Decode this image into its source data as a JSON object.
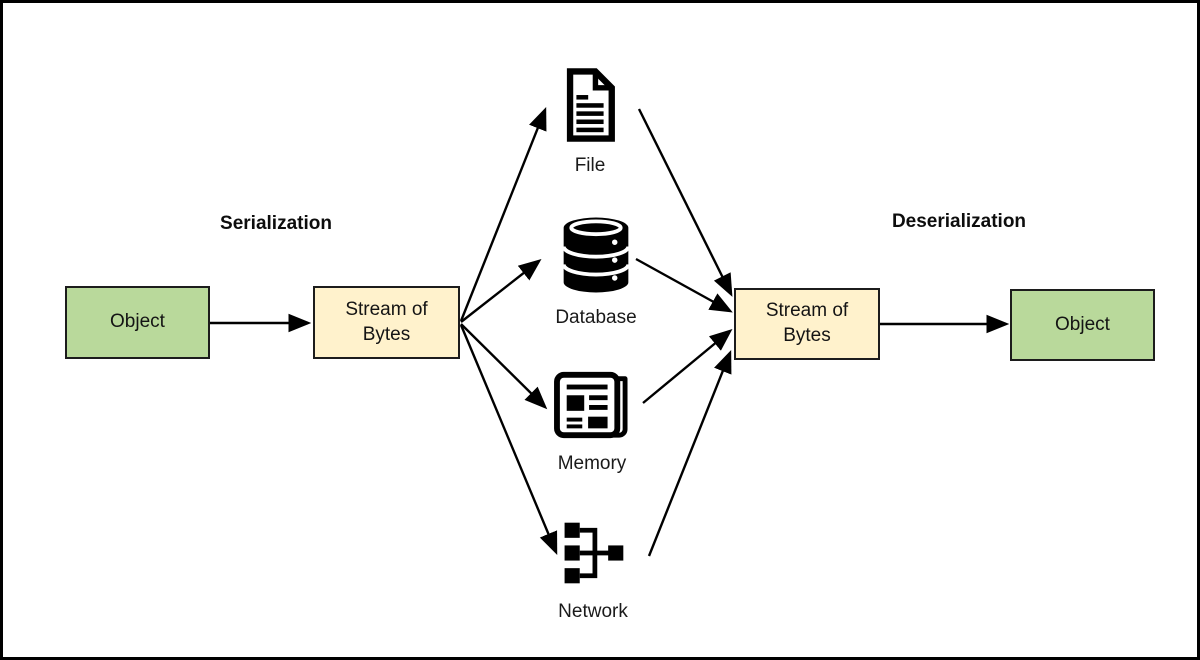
{
  "diagram": {
    "process_left_label": "Serialization",
    "process_right_label": "Deserialization",
    "object_source_label": "Object",
    "stream_left_label": "Stream of Bytes",
    "stream_right_label": "Stream of Bytes",
    "object_target_label": "Object",
    "mediums": [
      {
        "label": "File",
        "icon": "file-icon"
      },
      {
        "label": "Database",
        "icon": "database-icon"
      },
      {
        "label": "Memory",
        "icon": "memory-icon"
      },
      {
        "label": "Network",
        "icon": "network-icon"
      }
    ],
    "colors": {
      "object_fill": "#b9d99b",
      "stream_fill": "#fff2cc",
      "box_border": "#1c1c1c",
      "arrow": "#000000",
      "frame_border": "#000000",
      "background": "#ffffff"
    }
  }
}
